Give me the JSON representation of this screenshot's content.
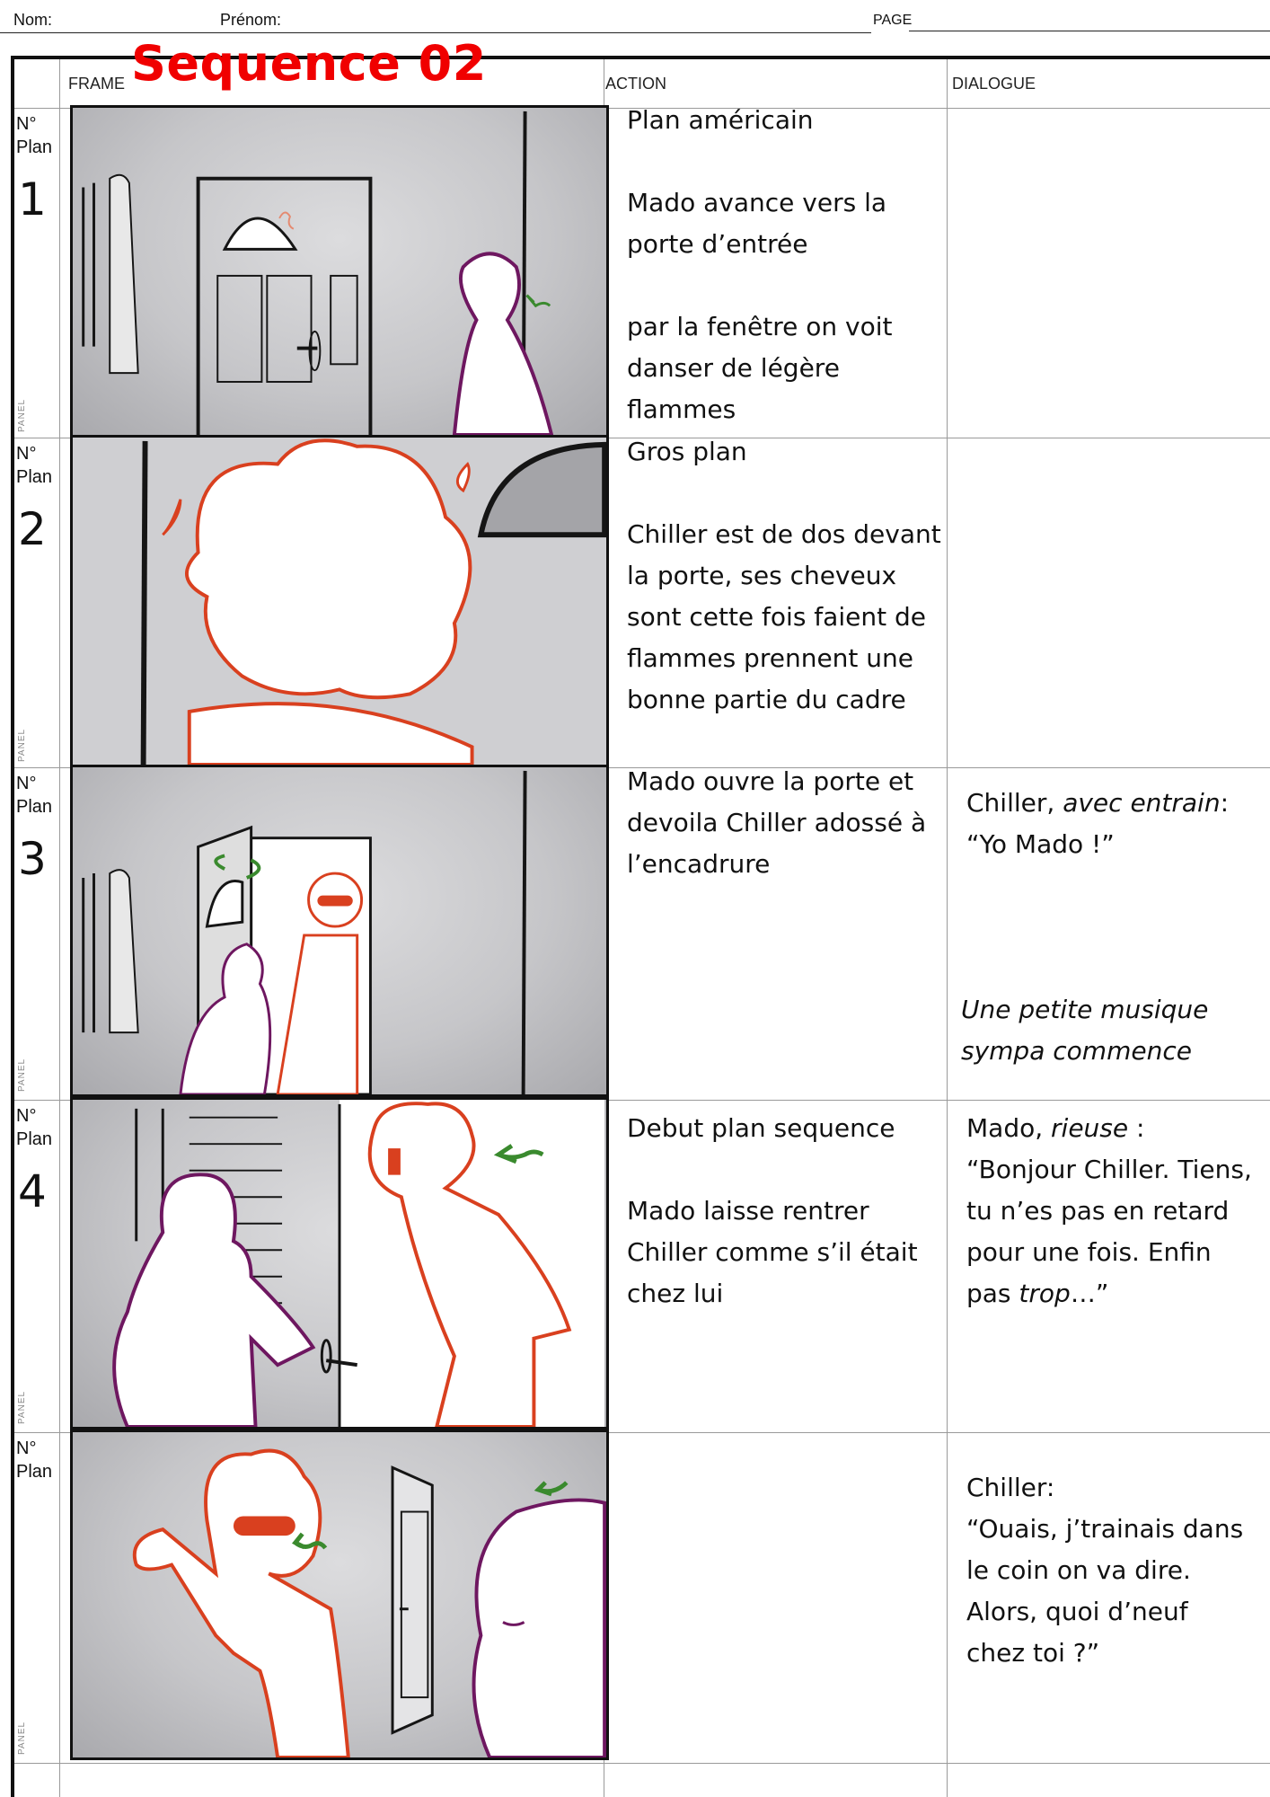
{
  "header": {
    "nom_label": "Nom:",
    "prenom_label": "Prénom:",
    "page_label": "PAGE"
  },
  "sequence_title": "Sequence 02",
  "columns": {
    "frame": "FRAME",
    "action": "ACTION",
    "dialogue": "DIALOGUE"
  },
  "colors": {
    "sequence_title": "#f00000",
    "chiller_line": "#d9401f",
    "mado_line": "#6e1760",
    "arrow": "#3a8a2e",
    "panel_bg": "#c6c6c9"
  },
  "panels": [
    {
      "plan_label": "N° Plan",
      "plan_number": "1",
      "panel_tag": "PANEL",
      "frame_desc": "Hallway with front door, coat rack on left, Mado (purple) seen from behind on right, green arrow",
      "action": "Plan américain\n\nMado avance vers la porte d’entrée\n\npar la fenêtre on voit danser de légère flammes",
      "dialogue": []
    },
    {
      "plan_label": "N° Plan",
      "plan_number": "2",
      "panel_tag": "PANEL",
      "frame_desc": "Close-up of Chiller from behind with flaming hair (orange-red) in front of door",
      "action": "Gros plan\n\nChiller est de dos devant la porte, ses cheveux sont cette fois faient de flammes prennent une bonne partie du cadre",
      "dialogue": []
    },
    {
      "plan_label": "N° Plan",
      "plan_number": "3",
      "panel_tag": "PANEL",
      "frame_desc": "Mado opens door revealing Chiller with sunglasses leaning in doorframe",
      "action": "Mado ouvre la porte et devoila Chiller adossé à l’encadrure",
      "dialogue": [
        {
          "speaker": "Chiller, ",
          "direction": "avec entrain",
          "suffix": ":"
        },
        {
          "line": "“Yo Mado !”"
        },
        {
          "note": "Une petite musique"
        },
        {
          "note": "sympa commence"
        }
      ]
    },
    {
      "plan_label": "N° Plan",
      "plan_number": "4",
      "panel_tag": "PANEL",
      "frame_desc": "Mado smiling holding door handle, Chiller entering leaning forward",
      "action": "Debut plan sequence\n\nMado laisse rentrer Chiller comme s’il était chez lui",
      "dialogue": [
        {
          "speaker": "Mado, ",
          "direction": "rieuse",
          "suffix": " :"
        },
        {
          "line": "“Bonjour Chiller. Tiens,"
        },
        {
          "line": "tu n’es pas en retard"
        },
        {
          "line": "pour une fois. Enfin"
        },
        {
          "line_pre": "pas ",
          "line_it": "trop",
          "line_post": "…”"
        }
      ]
    },
    {
      "plan_label": "N° Plan",
      "plan_number": "",
      "panel_tag": "PANEL",
      "frame_desc": "Chiller with sunglasses giving thumbs up, door in background, Mado's head on right",
      "action": "",
      "dialogue": [
        {
          "line": "Chiller:"
        },
        {
          "line": "“Ouais, j’trainais dans"
        },
        {
          "line": "le coin on va dire."
        },
        {
          "line": "Alors, quoi d’neuf"
        },
        {
          "line": "chez toi ?”"
        }
      ]
    }
  ]
}
